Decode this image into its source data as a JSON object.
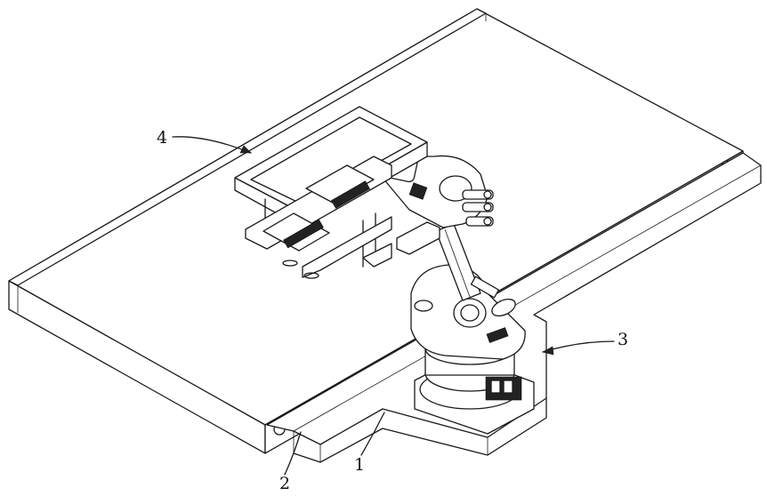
{
  "labels": {
    "part1": "1",
    "part2": "2",
    "part3": "3",
    "part4": "4"
  },
  "colors": {
    "line": "#1a1a1a",
    "background": "#ffffff"
  }
}
